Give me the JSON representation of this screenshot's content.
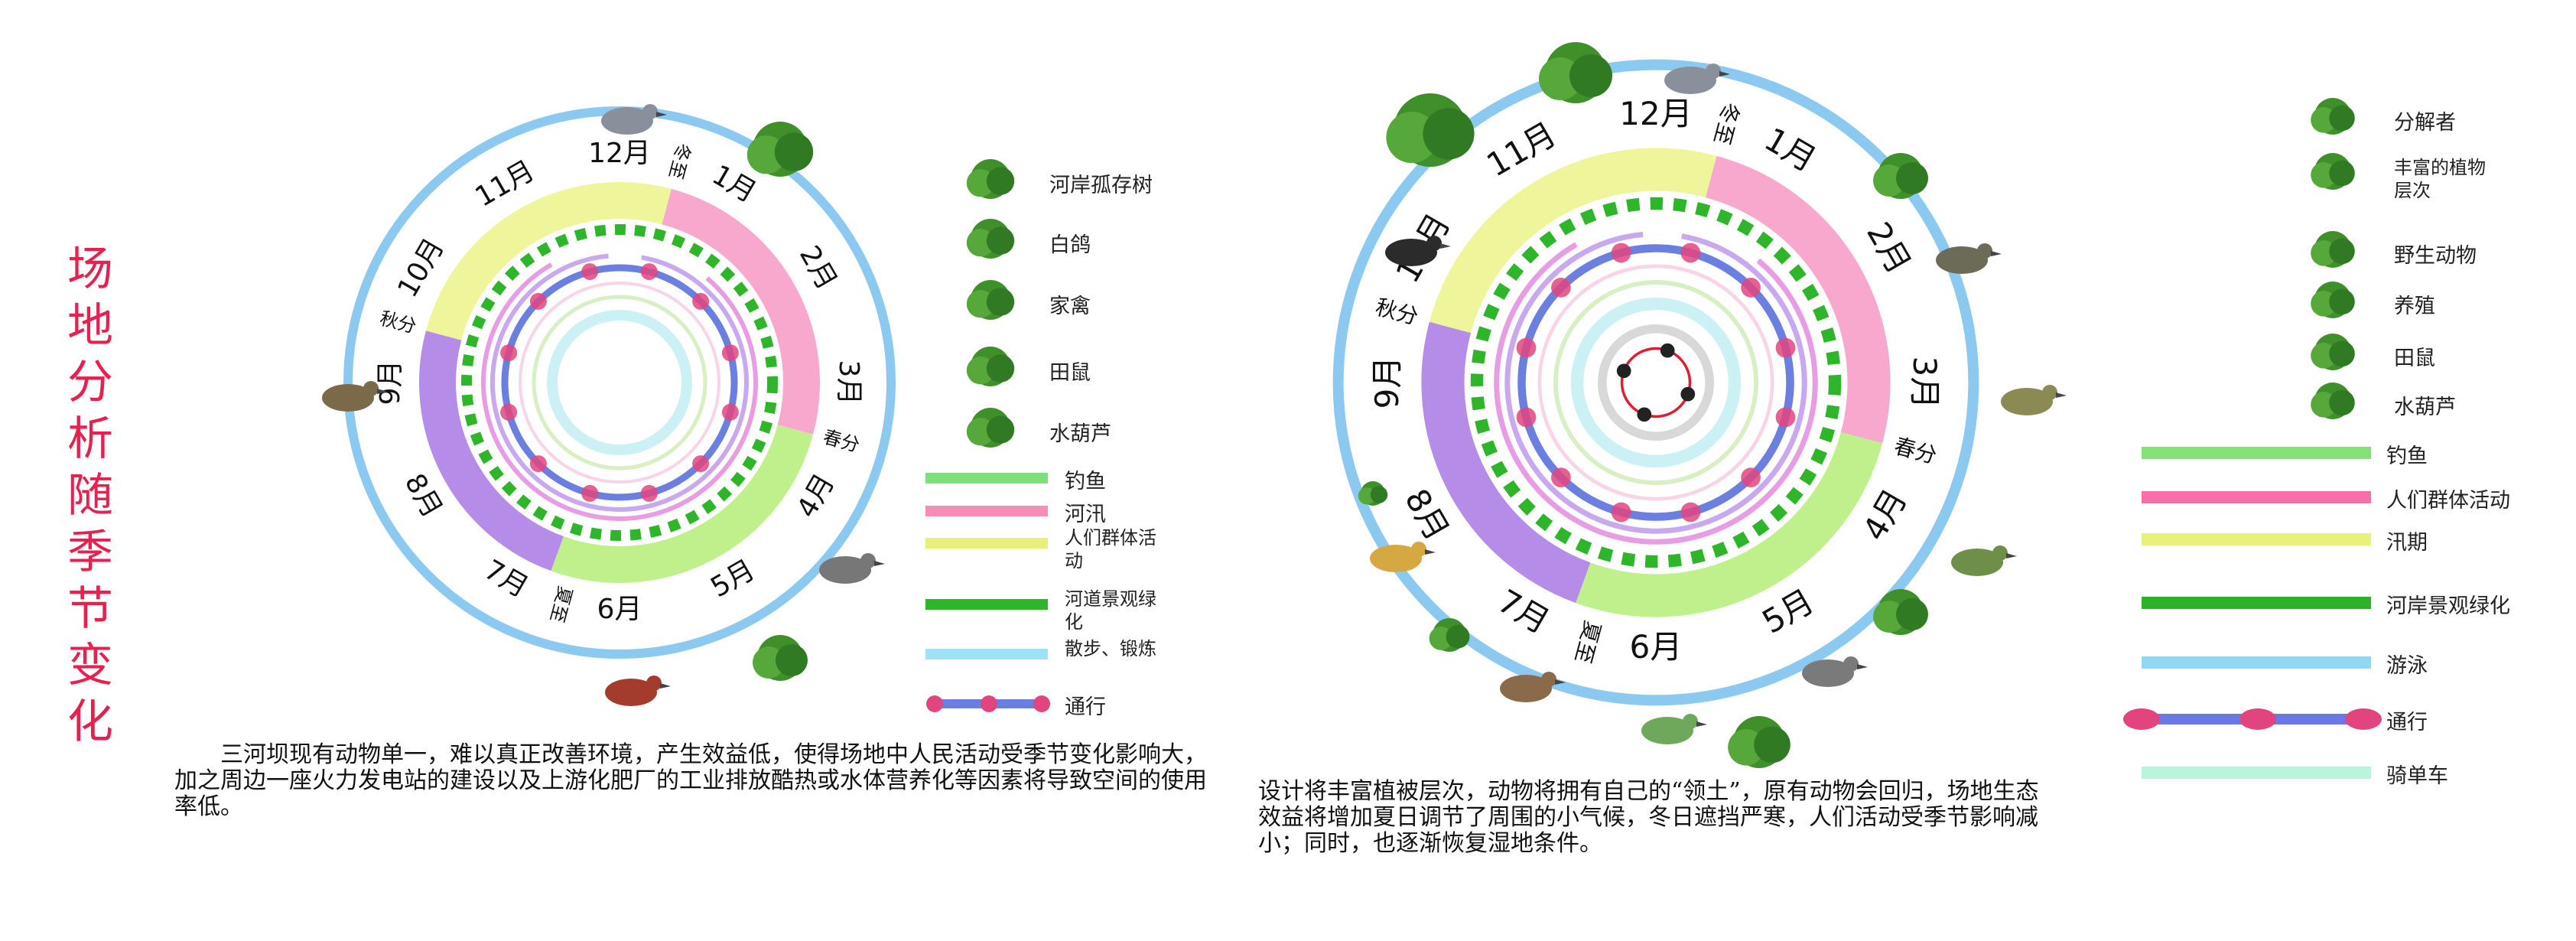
{
  "title": "场地分析随季节变化",
  "months": [
    "1月",
    "2月",
    "3月",
    "4月",
    "5月",
    "6月",
    "7月",
    "8月",
    "9月",
    "10月",
    "11月",
    "12月"
  ],
  "solar_terms": {
    "winter": "冬至",
    "spring": "春分",
    "summer": "夏至",
    "autumn": "秋分"
  },
  "left_legend": {
    "items": [
      {
        "label": "河岸孤存树",
        "icon": "tree-icon"
      },
      {
        "label": "白鸽",
        "icon": "pigeon-icon"
      },
      {
        "label": "家禽",
        "icon": "poultry-icon"
      },
      {
        "label": "田鼠",
        "icon": "vole-icon"
      },
      {
        "label": "水葫芦",
        "icon": "water-hyacinth-icon"
      }
    ],
    "lines": [
      {
        "label": "钓鱼",
        "color": "#7fe07a"
      },
      {
        "label": "河汛",
        "color": "#f78cb6"
      },
      {
        "label": "人们群体活动",
        "color": "#e6f07a"
      },
      {
        "label": "河道景观绿化",
        "color": "#2fb52a"
      },
      {
        "label": "散步、锻炼",
        "color": "#9fe2f5"
      },
      {
        "label": "通行",
        "color": "#6b7fe0"
      }
    ]
  },
  "right_legend": {
    "items": [
      {
        "label": "分解者",
        "icon": "worm-mushroom-icon"
      },
      {
        "label": "丰富的植物层次",
        "icon": "plants-icon"
      },
      {
        "label": "野生动物",
        "icon": "wild-animals-icon"
      },
      {
        "label": "养殖",
        "icon": "farming-icon"
      },
      {
        "label": "田鼠",
        "icon": "vole-icon"
      },
      {
        "label": "水葫芦",
        "icon": "water-hyacinth-icon"
      }
    ],
    "lines": [
      {
        "label": "钓鱼",
        "color": "#86e278"
      },
      {
        "label": "人们群体活动",
        "color": "#f76fa8"
      },
      {
        "label": "汛期",
        "color": "#e8f27a"
      },
      {
        "label": "河岸景观绿化",
        "color": "#2db22a"
      },
      {
        "label": "游泳",
        "color": "#8fd8f7"
      },
      {
        "label": "通行",
        "color": "#6a78e8"
      },
      {
        "label": "骑单车",
        "color": "#b7f5dc"
      }
    ]
  },
  "left_paragraph": "三河坝现有动物单一，难以真正改善环境，产生效益低，使得场地中人民活动受季节变化影响大，加之周边一座火力发电站的建设以及上游化肥厂的工业排放酷热或水体营养化等因素将导致空间的使用率低。",
  "right_paragraph": "设计将丰富植被层次，动物将拥有自己的“领土”，原有动物会回归，场地生态效益将增加夏日调节了周围的小气候，冬日遮挡严寒，人们活动受季节影响减小；同时，也逐渐恢复湿地条件。",
  "colors": {
    "ring_blue": "#8cc9f0",
    "title": "#e8204e",
    "autumn": "#b58ce8",
    "spring_green": "#bff08c",
    "yellow": "#eef59a",
    "pink": "#f9a8cd",
    "traffic_dot": "#e2457e"
  }
}
